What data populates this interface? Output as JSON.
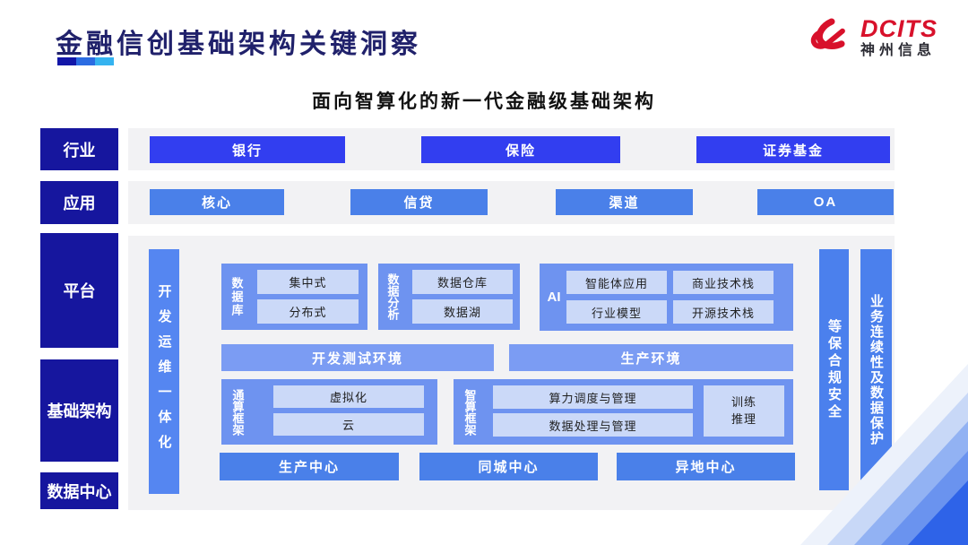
{
  "header": {
    "title": "金融信创基础架构关键洞察",
    "logo": {
      "brand": "DCITS",
      "company": "神州信息"
    }
  },
  "diagram": {
    "subtitle": "面向智算化的新一代金融级基础架构",
    "rails": {
      "industry": "行业",
      "application": "应用",
      "platform": "平台",
      "infrastructure": "基础架构",
      "datacenter": "数据中心"
    },
    "industry_items": [
      "银行",
      "保险",
      "证券基金"
    ],
    "application_items": [
      "核心",
      "信贷",
      "渠道",
      "OA"
    ],
    "platform": {
      "devops_bar": "开发运维一体化",
      "database": {
        "label": "数据库",
        "items": [
          "集中式",
          "分布式"
        ]
      },
      "analytics": {
        "label": "数据分析",
        "items": [
          "数据仓库",
          "数据湖"
        ]
      },
      "ai": {
        "label": "AI",
        "items": [
          "智能体应用",
          "商业技术栈",
          "行业模型",
          "开源技术栈"
        ]
      },
      "environments": [
        "开发测试环境",
        "生产环境"
      ],
      "general_compute": {
        "label": "通算框架",
        "items": [
          "虚拟化",
          "云"
        ]
      },
      "intelligent_compute": {
        "label": "智算框架",
        "items": [
          "算力调度与管理",
          "数据处理与管理"
        ],
        "side_box": "训练推理"
      },
      "centers": [
        "生产中心",
        "同城中心",
        "异地中心"
      ]
    },
    "assurance_bars": [
      "等保合规安全",
      "业务连续性及数据保护"
    ]
  },
  "colors": {
    "rail_navy": "#16169E",
    "industry_blue": "#323EF0",
    "app_blue": "#4A80E9",
    "container_blue": "#6E93F0",
    "env_blue": "#7B9CF3",
    "devops_blue": "#5586F1",
    "assurance_blue": "#4B80ED",
    "inner_light": "#CBD9F8",
    "panel_gray": "#F2F2F4",
    "brand_red": "#D8112B",
    "title_navy": "#20216B",
    "underline": [
      "#1216A8",
      "#2B6CE2",
      "#35B3F0"
    ]
  }
}
